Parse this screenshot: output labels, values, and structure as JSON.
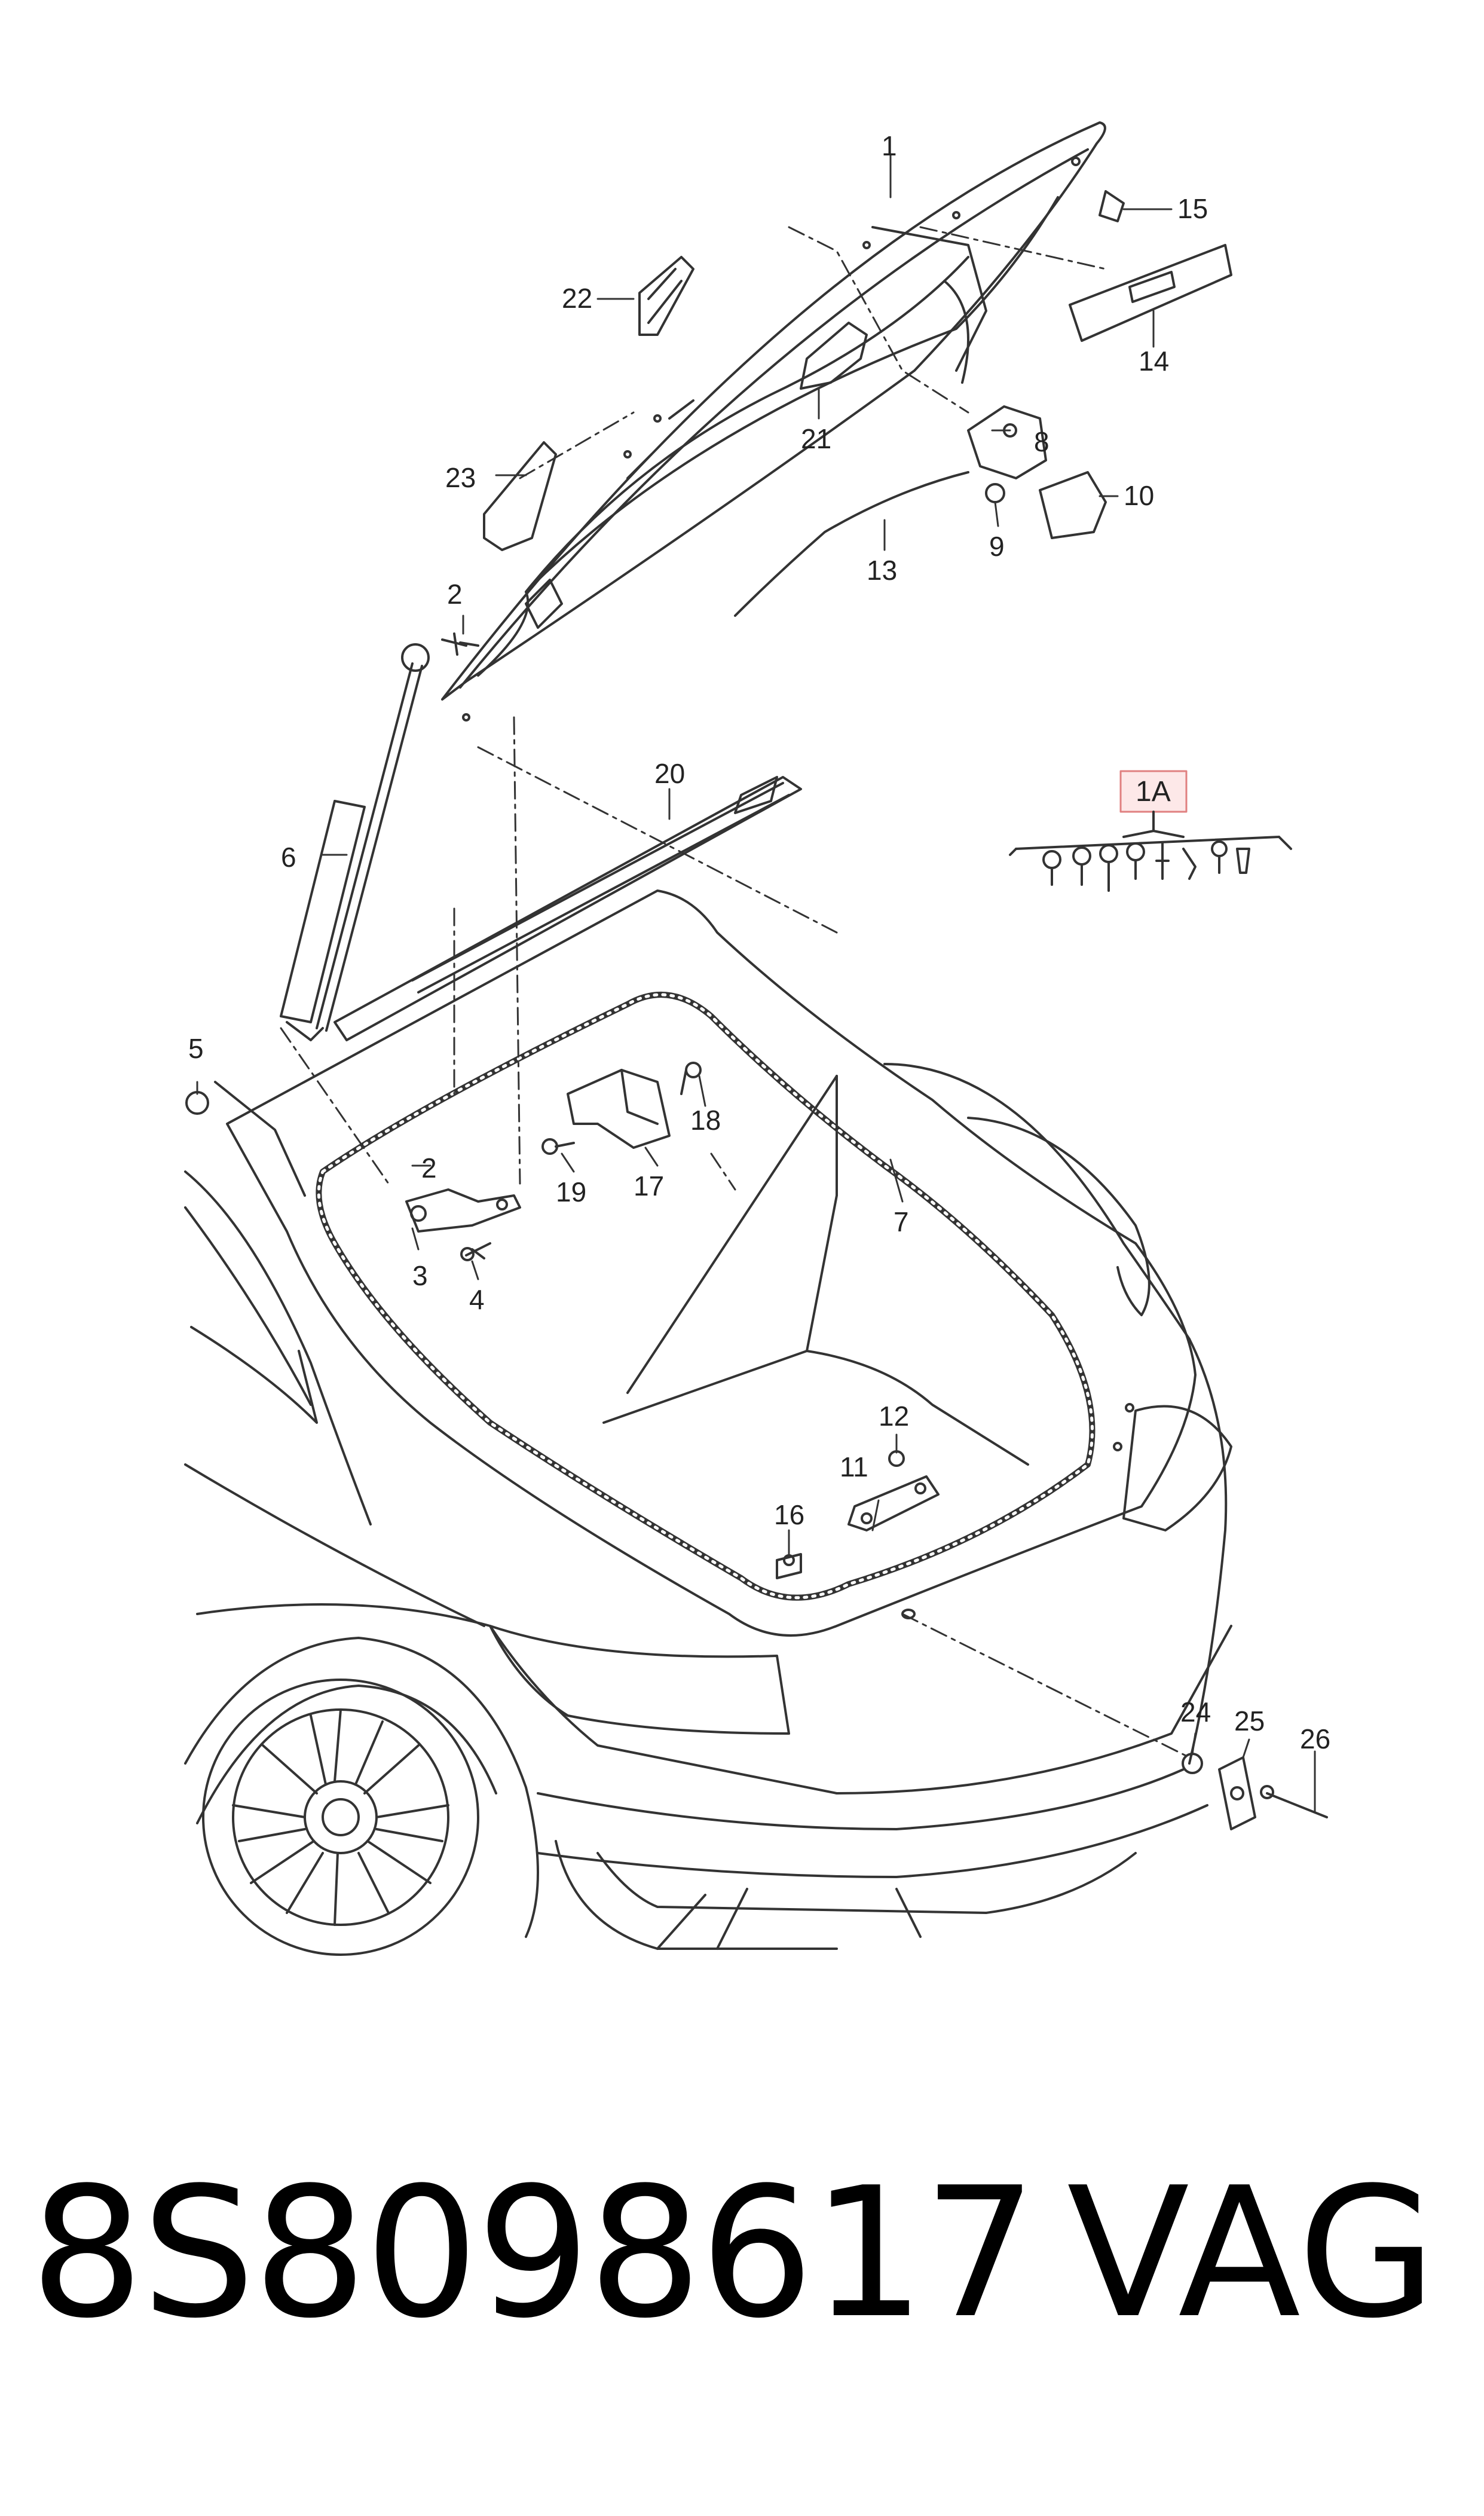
{
  "callouts": [
    "1",
    "2",
    "3",
    "4",
    "5",
    "6",
    "7",
    "8",
    "9",
    "10",
    "11",
    "12",
    "13",
    "14",
    "15",
    "16",
    "17",
    "18",
    "19",
    "20",
    "21",
    "22",
    "23",
    "24",
    "25",
    "26",
    "2"
  ],
  "group_label": "1A",
  "footer": {
    "part_number": "8S8098617",
    "brand": "VAG"
  },
  "colors": {
    "line": "#333333",
    "group_box_border": "#e08080",
    "group_box_fill": "#fde8e8"
  }
}
